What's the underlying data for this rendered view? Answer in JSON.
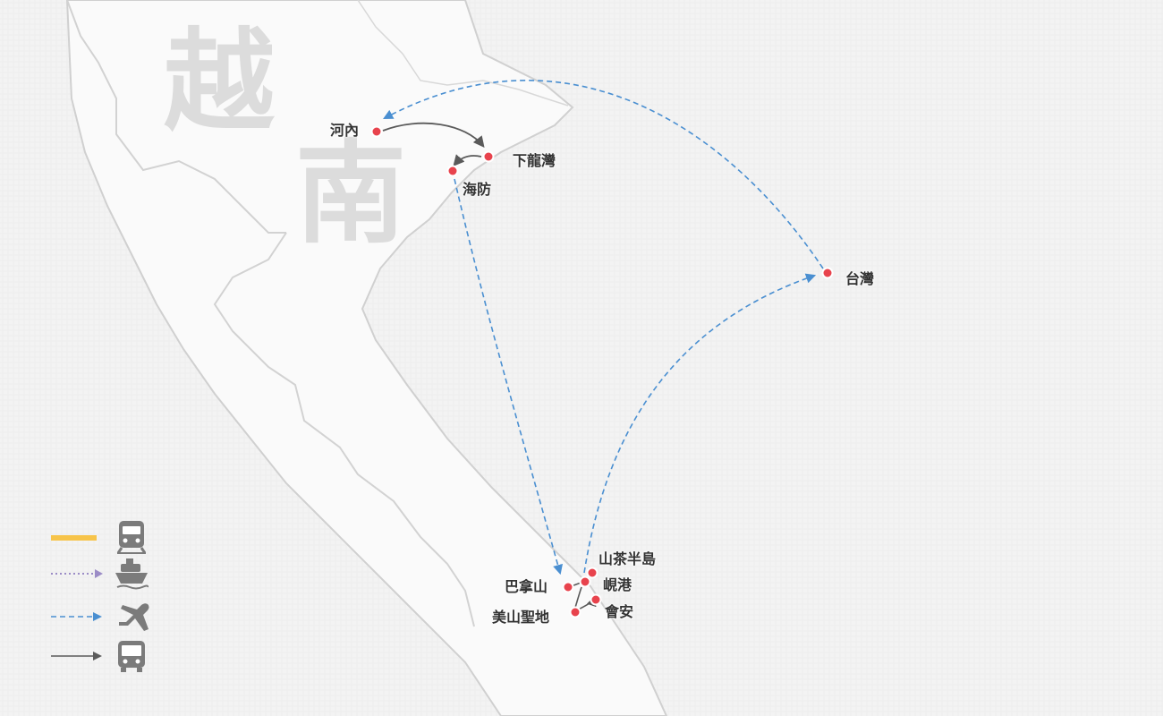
{
  "country": {
    "char_1": "越",
    "char_2": "南"
  },
  "cities": {
    "hanoi": "河內",
    "halong_bay": "下龍灣",
    "haiphong": "海防",
    "taiwan": "台灣",
    "son_tra": "山茶半島",
    "ba_na_hills": "巴拿山",
    "da_nang": "峴港",
    "hoi_an": "會安",
    "my_son": "美山聖地"
  },
  "legend": [
    {
      "mode": "train",
      "icon": "train-icon",
      "line_style": "solid-thick",
      "color": "#f7c44a"
    },
    {
      "mode": "ship",
      "icon": "ship-icon",
      "line_style": "dotted",
      "color": "#9b8cc6"
    },
    {
      "mode": "plane",
      "icon": "airplane-icon",
      "line_style": "dashed",
      "color": "#4a8fd1"
    },
    {
      "mode": "bus",
      "icon": "bus-icon",
      "line_style": "solid",
      "color": "#555555"
    }
  ],
  "colors": {
    "city_marker": "#e8434d",
    "flight_route": "#4a8fd1",
    "road_route": "#555555",
    "country_outline": "#d2d2d2",
    "land": "#fbfbfb"
  }
}
